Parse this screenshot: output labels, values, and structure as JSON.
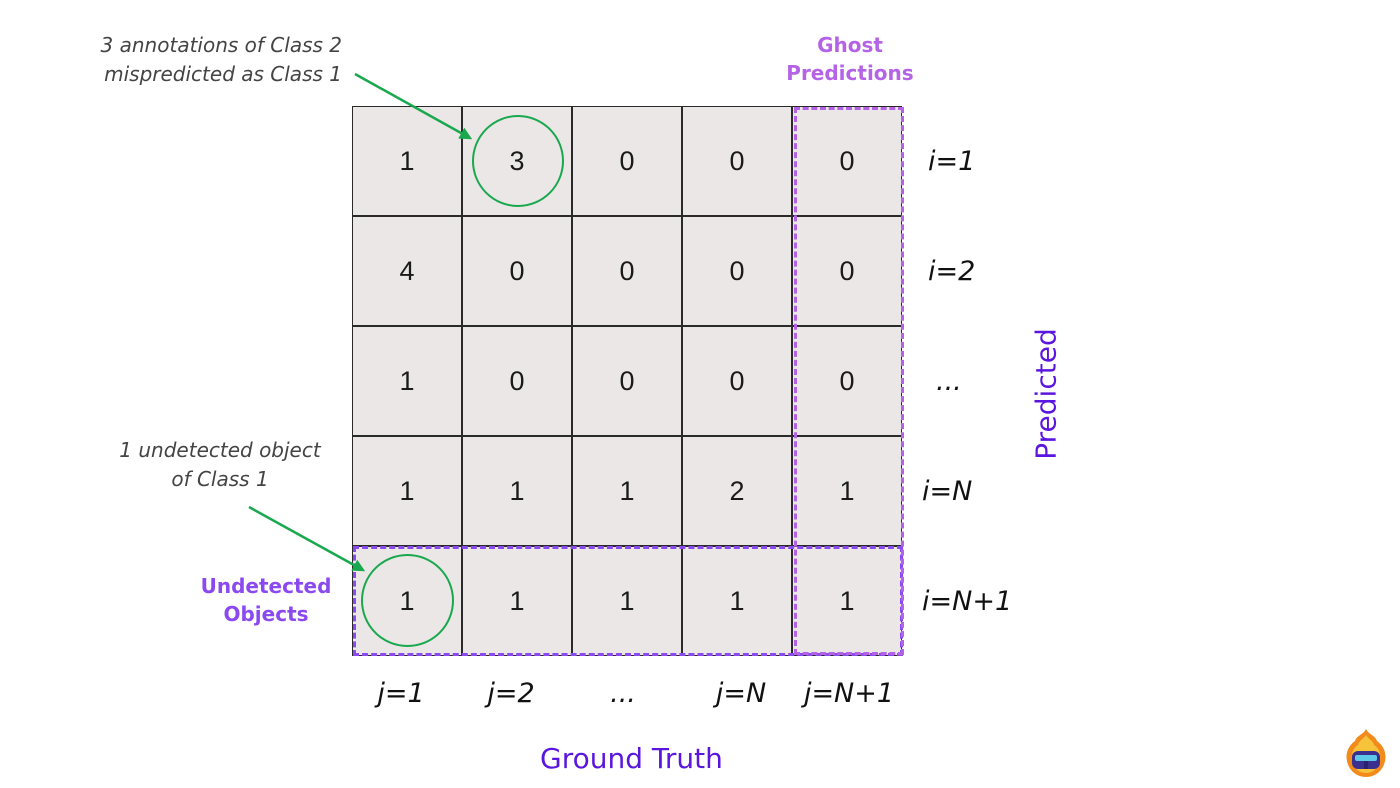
{
  "matrix": [
    [
      "1",
      "3",
      "0",
      "0",
      "0"
    ],
    [
      "4",
      "0",
      "0",
      "0",
      "0"
    ],
    [
      "1",
      "0",
      "0",
      "0",
      "0"
    ],
    [
      "1",
      "1",
      "1",
      "2",
      "1"
    ],
    [
      "1",
      "1",
      "1",
      "1",
      "1"
    ]
  ],
  "row_labels": [
    "i=1",
    "i=2",
    "...",
    "i=N",
    "i=N+1"
  ],
  "col_labels": [
    "j=1",
    "j=2",
    "...",
    "j=N",
    "j=N+1"
  ],
  "annotations": {
    "mispredicted_line1": "3 annotations of Class 2",
    "mispredicted_line2": "mispredicted as Class 1",
    "undetected_line1": "1 undetected object",
    "undetected_line2": "of Class 1"
  },
  "tags": {
    "ghost_line1": "Ghost",
    "ghost_line2": "Predictions",
    "undetected_line1": "Undetected",
    "undetected_line2": "Objects"
  },
  "axes": {
    "x_label": "Ground Truth",
    "y_label": "Predicted"
  },
  "colors": {
    "cell_bg": "#ebe7e6",
    "ghost": "#b563e6",
    "undetected": "#8b4af0",
    "axis": "#5a16de",
    "arrow": "#1aa84f"
  }
}
